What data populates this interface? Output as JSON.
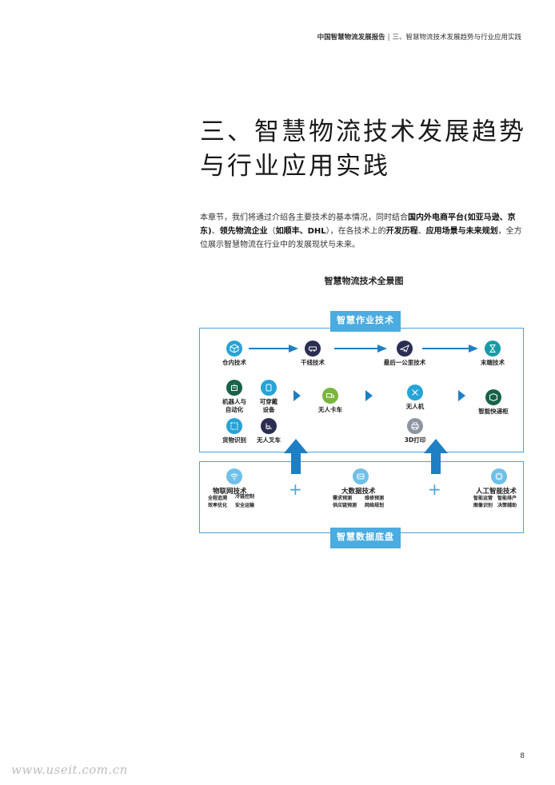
{
  "header": {
    "report_title": "中国智慧物流发展报告",
    "separator": "|",
    "section_title": "三、智慧物流技术发展趋势与行业应用实践"
  },
  "chapter_title": "三、智慧物流技术发展趋势与行业应用实践",
  "intro": {
    "p1": "本章节，我们将通过介绍各主要技术的基本情况，同时结合",
    "b1": "国内外电商平台(如亚马逊、京东)",
    "p2": "、",
    "b2": "领先物流企业",
    "p3": "（",
    "b3": "如顺丰、DHL",
    "p4": "），在各技术上的",
    "b4": "开发历程",
    "p5": "、",
    "b5": "应用场景与未来规划",
    "p6": "，全方位展示智慧物流在行业中的发展现状与未来。"
  },
  "diagram": {
    "title": "智慧物流技术全景图",
    "top_tag": "智慧作业技术",
    "bottom_tag": "智慧数据底盘",
    "row1": [
      "仓内技术",
      "干线技术",
      "最后一公里技术",
      "末端技术"
    ],
    "row2": {
      "robot": "机器人与\n自动化",
      "wearable": "可穿戴\n设备",
      "cargo_id": "货物识别",
      "forklift": "无人叉车",
      "truck": "无人卡车",
      "drone": "无人机",
      "print3d": "3D打印",
      "locker": "智能快递柜"
    },
    "bottom": {
      "iot": {
        "title": "物联网技术",
        "items": [
          "全程追溯",
          "冷链控制",
          "效率优化",
          "安全运输"
        ]
      },
      "bigdata": {
        "title": "大数据技术",
        "items": [
          "需求预测",
          "维修预测",
          "供应链预测",
          "网络规划"
        ]
      },
      "ai": {
        "title": "人工智能技术",
        "items": [
          "智能运营",
          "智能排产",
          "图像识别",
          "决策辅助"
        ]
      },
      "plus": "+"
    }
  },
  "page_number": "8",
  "watermark": "www.useit.com.cn",
  "colors": {
    "accent": "#4aa3d9",
    "arrow": "#1f7fc4",
    "tag_bg": "#4aace0"
  }
}
